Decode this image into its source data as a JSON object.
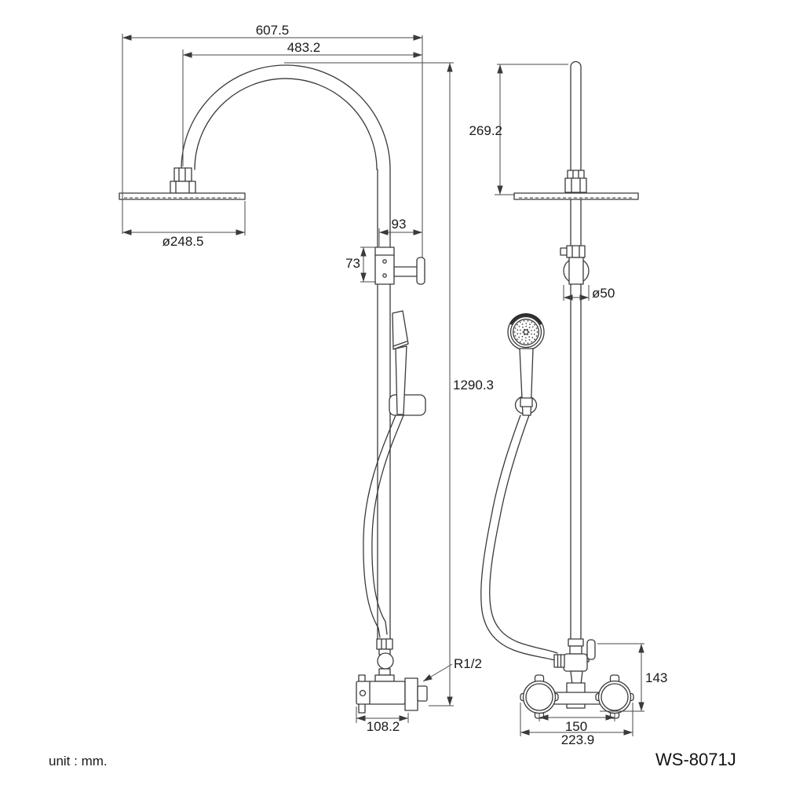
{
  "drawing": {
    "model": "WS-8071J",
    "unit_note": "unit : mm.",
    "colors": {
      "line": "#3a3a3a",
      "text": "#1a1a1a",
      "background": "#ffffff"
    },
    "dims": {
      "overall_width": "607.5",
      "arm_reach": "483.2",
      "head_diameter": "ø248.5",
      "bracket_offset": "93",
      "bracket_height": "73",
      "riser_above_head": "269.2",
      "bracket_ring_diameter": "ø50",
      "total_height": "1290.3",
      "inlet_thread": "R1/2",
      "valve_depth": "108.2",
      "valve_height": "143",
      "handle_spacing": "150",
      "valve_overall_width": "223.9"
    }
  }
}
